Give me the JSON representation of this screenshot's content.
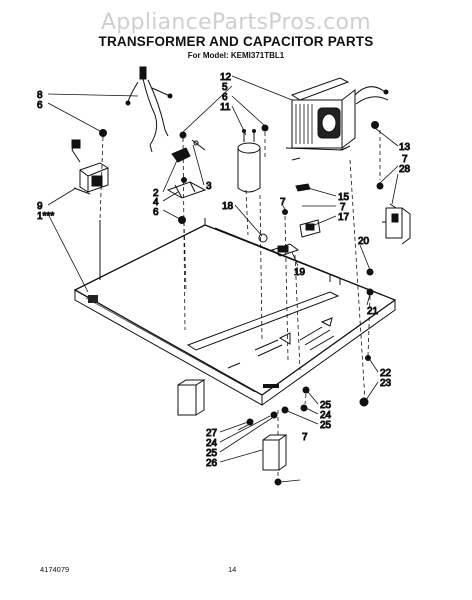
{
  "watermark": "AppliancePartsPros.com",
  "title": "TRANSFORMER AND CAPACITOR PARTS",
  "subtitle": "For Model: KEMI371TBL1",
  "footer": {
    "left": "4174079",
    "center": "14"
  },
  "callouts": {
    "c_8": "8",
    "c_6a": "6",
    "c_12": "12",
    "c_5": "5",
    "c_6b": "6",
    "c_11": "11",
    "c_13": "13",
    "c_7a": "7",
    "c_28": "28",
    "c_2": "2",
    "c_3": "3",
    "c_4": "4",
    "c_6c": "6",
    "c_9": "9",
    "c_1": "1***",
    "c_18": "18",
    "c_7b": "7",
    "c_15": "15",
    "c_7c": "7",
    "c_17": "17",
    "c_19": "19",
    "c_20": "20",
    "c_21": "21",
    "c_22": "22",
    "c_23": "23",
    "c_25a": "25",
    "c_24a": "24",
    "c_25b": "25",
    "c_27": "27",
    "c_24b": "24",
    "c_25c": "25",
    "c_26": "26",
    "c_7d": "7"
  }
}
